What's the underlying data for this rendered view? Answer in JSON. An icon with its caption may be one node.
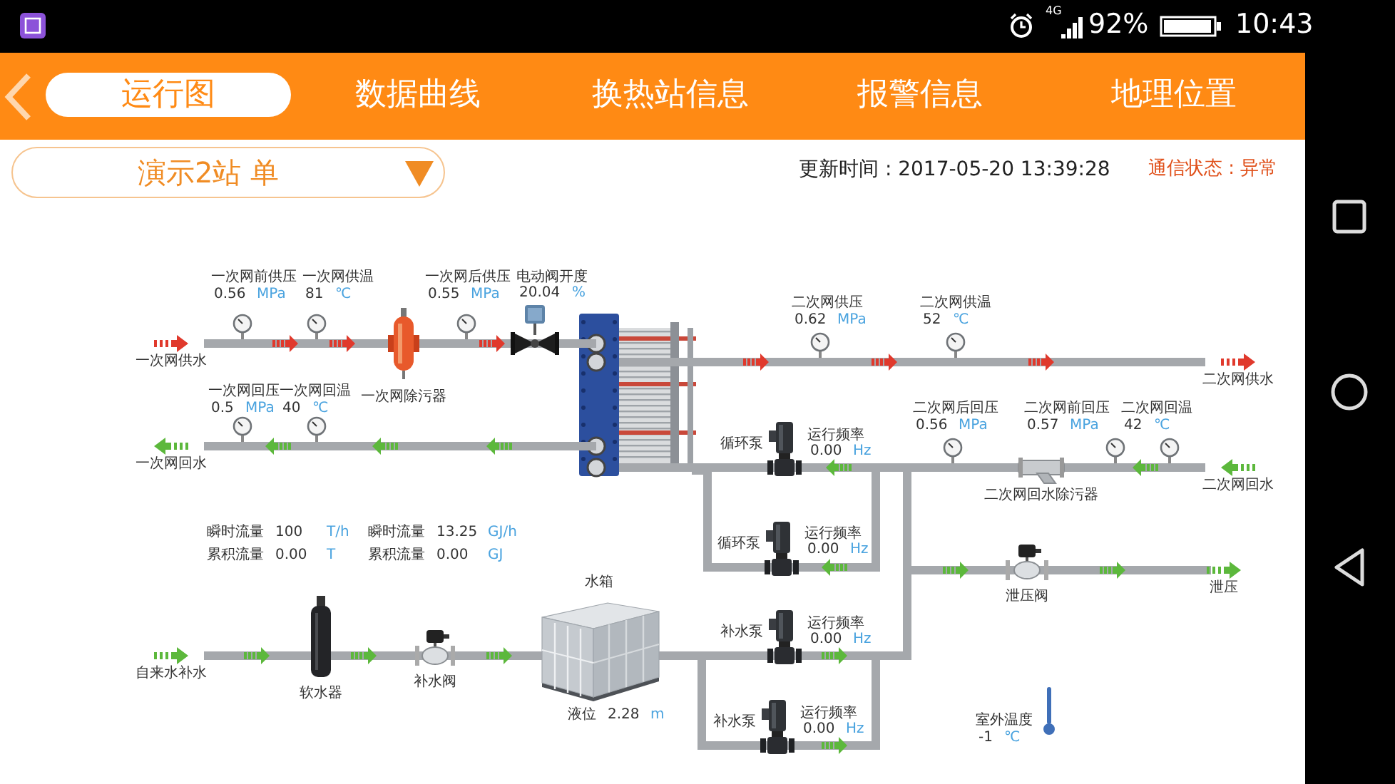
{
  "diagram": {
    "nodes": [
      {
        "text": [
          "一次网供水"
        ]
      },
      {
        "text": [
          "一次网除污器"
        ]
      },
      {
        "text": [],
        "shape": "valve",
        "beside": [
          "电动阀开度",
          "20.04",
          "%"
        ]
      },
      {
        "text": [],
        "shape": "picture"
      },
      {
        "text": [
          "二次网供水"
        ]
      },
      {
        "text": [
          "二次网回水"
        ]
      },
      {
        "text": [
          "二次网回水除污器"
        ]
      },
      {
        "text": [
          "循环泵"
        ],
        "beside": [
          "运行频率",
          "0.00",
          "Hz"
        ]
      },
      {
        "text": [
          "循环泵"
        ],
        "beside": [
          "运行频率",
          "0.00",
          "Hz"
        ]
      },
      {
        "text": [
          "一次网回水"
        ]
      },
      {
        "text": [
          "泄压阀"
        ]
      },
      {
        "text": [
          "泄压"
        ]
      },
      {
        "text": [
          "自来水补水"
        ]
      },
      {
        "text": [
          "软水器"
        ]
      },
      {
        "text": [
          "补水阀"
        ]
      },
      {
        "text": [
          "水箱"
        ],
        "beside": [
          "液位",
          "2.28",
          "m"
        ]
      },
      {
        "text": [
          "补水泵"
        ],
        "beside": [
          "运行频率",
          "0.00",
          "Hz"
        ]
      },
      {
        "text": [
          "补水泵"
        ],
        "beside": [
          "运行频率",
          "0.00",
          "Hz"
        ]
      }
    ],
    "edges": [
      {
        "from": 0,
        "to": 1,
        "arrow": "to"
      },
      {
        "from": 1,
        "to": 2,
        "arrow": "to"
      },
      {
        "from": 2,
        "to": 3,
        "arrow": "none"
      },
      {
        "from": 3,
        "to": 4,
        "arrow": "to"
      },
      {
        "from": 5,
        "to": 6,
        "arrow": "to"
      },
      {
        "from": 6,
        "to": 7,
        "arrow": "to"
      },
      {
        "from": 6,
        "to": 8,
        "arrow": "to"
      },
      {
        "from": 7,
        "to": 3,
        "arrow": "none"
      },
      {
        "from": 8,
        "to": 3,
        "arrow": "none"
      },
      {
        "from": 3,
        "to": 9,
        "arrow": "to"
      },
      {
        "from": 12,
        "to": 13,
        "arrow": "to"
      },
      {
        "from": 13,
        "to": 14,
        "arrow": "to"
      },
      {
        "from": 14,
        "to": 15,
        "arrow": "to"
      },
      {
        "from": 15,
        "to": 16,
        "arrow": "none"
      },
      {
        "from": 15,
        "to": 17,
        "arrow": "none"
      },
      {
        "from": 16,
        "to": 7,
        "arrow": "to"
      },
      {
        "from": 16,
        "to": 8,
        "arrow": "to"
      },
      {
        "from": 16,
        "to": 10,
        "arrow": "to"
      },
      {
        "from": 17,
        "to": 7,
        "arrow": "to"
      },
      {
        "from": 17,
        "to": 8,
        "arrow": "to"
      },
      {
        "from": 17,
        "to": 10,
        "arrow": "to"
      },
      {
        "from": 6,
        "to": 10,
        "arrow": "to"
      },
      {
        "from": 10,
        "to": 11,
        "arrow": "to"
      }
    ],
    "labels": [
      "4G",
      "92%",
      "10:43",
      "运行图",
      "数据曲线",
      "换热站信息",
      "报警信息",
      "地理位置",
      "演示2站 单",
      "更新时间 : 2017-05-20 13:39:28",
      "通信状态 : 异常",
      "一次网前供压",
      "0.56",
      "MPa",
      "一次网供温",
      "81",
      "℃",
      "一次网后供压",
      "0.55",
      "MPa",
      "二次网供压",
      "0.62",
      "MPa",
      "二次网供温",
      "52",
      "℃",
      "一次网回压",
      "0.5",
      "MPa",
      "一次网回温",
      "40",
      "℃",
      "二次网后回压",
      "0.56",
      "MPa",
      "二次网前回压",
      "0.57",
      "MPa",
      "二次网回温",
      "42",
      "℃",
      "瞬时流量",
      "100",
      "T/h",
      "累积流量",
      "0.00",
      "T",
      "瞬时流量",
      "13.25",
      "GJ/h",
      "累积流量",
      "0.00",
      "GJ",
      "室外温度",
      "-1",
      "℃"
    ]
  }
}
